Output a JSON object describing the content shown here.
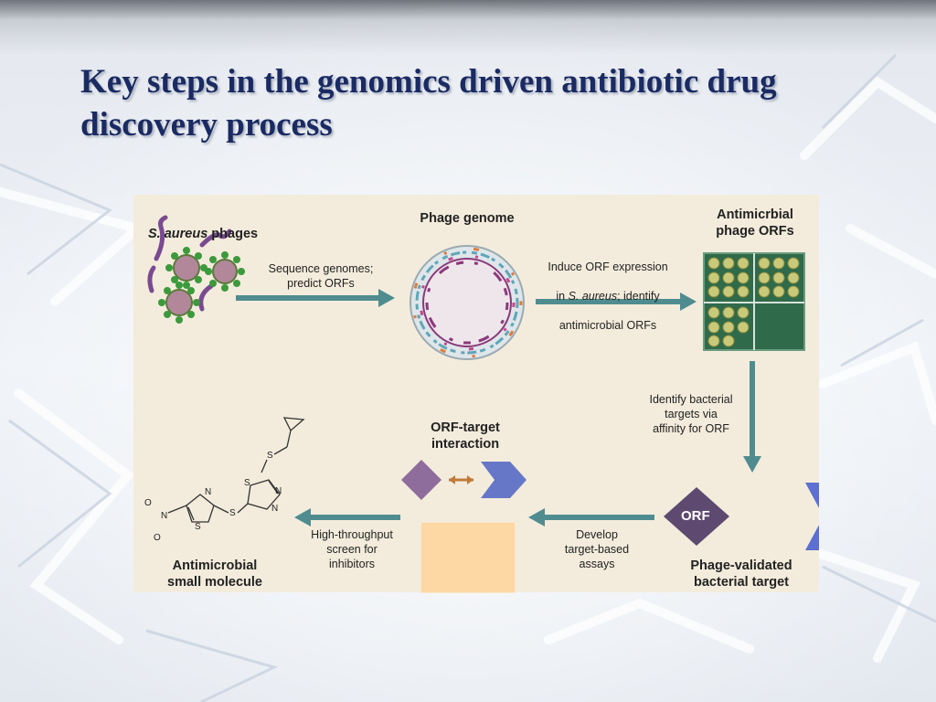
{
  "slide": {
    "title": "Key steps in the genomics driven antibiotic drug discovery process"
  },
  "diagram": {
    "headers": {
      "phages_species": "S. aureus",
      "phages_suffix": " phages",
      "phage_genome": "Phage genome",
      "antimicrobial_orfs": "Antimicrbial\nphage ORFs",
      "orf_target": "ORF-target\ninteraction",
      "phage_validated": "Phage-validated\nbacterial target",
      "small_molecule": "Antimicrobial\nsmall molecule"
    },
    "steps": {
      "sequence": "Sequence genomes;\npredict ORFs",
      "induce_line1": "Induce ORF expression",
      "induce_line2_prefix": "in ",
      "induce_line2_species": "S. aureus",
      "induce_line2_suffix": "; identify",
      "induce_line3": "antimicrobial ORFs",
      "identify_targets": "Identify bacterial\ntargets via\naffinity for ORF",
      "develop_assays": "Develop\ntarget-based\nassays",
      "screen": "High-throughput\nscreen for\ninhibitors"
    },
    "orf_label": "ORF",
    "molecule_atoms": {
      "o_minus": "O",
      "n_plus": "N",
      "o_bottom": "O",
      "s_thiazole": "S",
      "n_thiazole": "N",
      "s_link": "S",
      "s_top": "S",
      "s_thiadiazole": "S",
      "n1_thiadiazole": "N",
      "n2_thiadiazole": "N"
    },
    "colors": {
      "panel": "#f3ecdc",
      "arrow": "#4f8c8f",
      "plate": "#2f6b4a",
      "diamond": "#8e6c9c",
      "chevron": "#6677c8",
      "title": "#1a2a63"
    }
  }
}
